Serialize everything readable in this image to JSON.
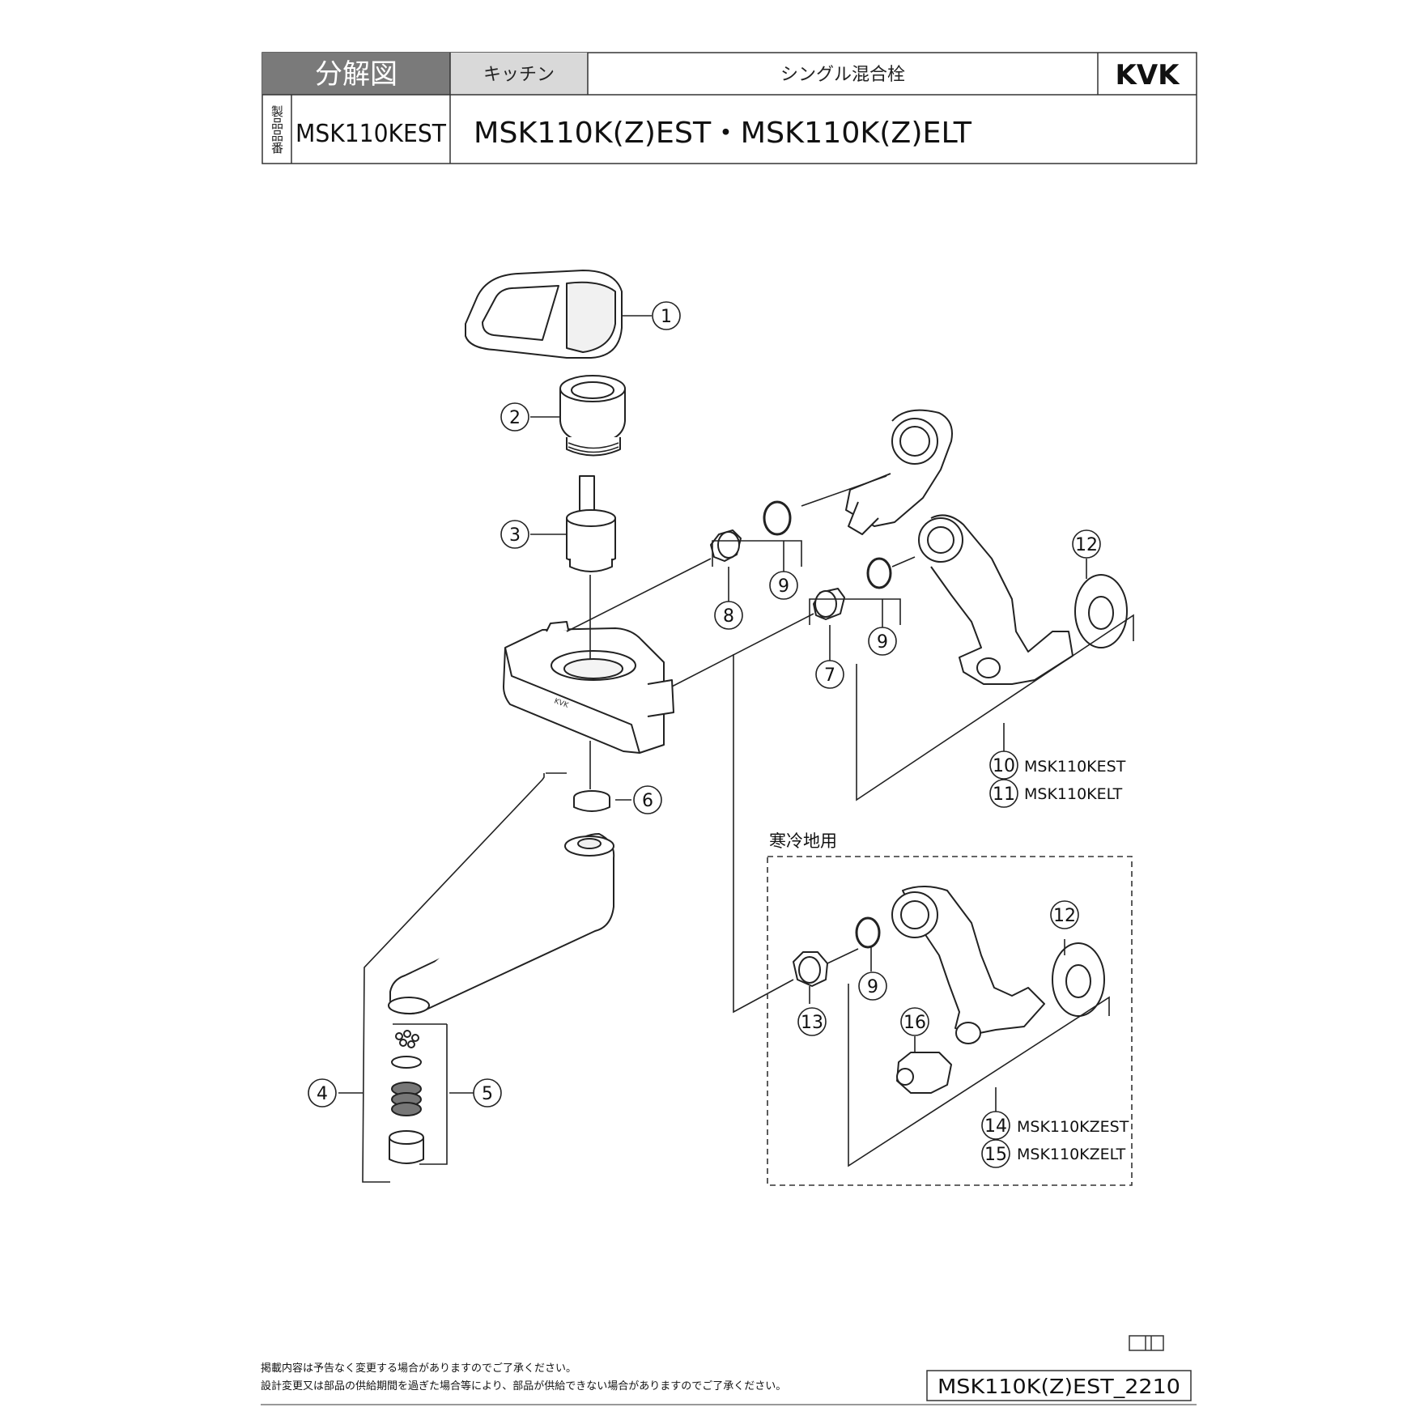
{
  "header": {
    "section_label": "分解図",
    "category": "キッチン",
    "product_type": "シングル混合栓",
    "brand": "KVK",
    "side_label": "製品品番",
    "model_code": "MSK110KEST",
    "model_title": "MSK110K(Z)EST・MSK110K(Z)ELT"
  },
  "parts": [
    {
      "id": "1",
      "label": "1"
    },
    {
      "id": "2",
      "label": "2"
    },
    {
      "id": "3",
      "label": "3"
    },
    {
      "id": "4",
      "label": "4"
    },
    {
      "id": "5",
      "label": "5"
    },
    {
      "id": "6",
      "label": "6"
    },
    {
      "id": "7",
      "label": "7"
    },
    {
      "id": "8",
      "label": "8"
    },
    {
      "id": "9",
      "label": "9"
    },
    {
      "id": "10",
      "label": "10",
      "model": "MSK110KEST"
    },
    {
      "id": "11",
      "label": "11",
      "model": "MSK110KELT"
    },
    {
      "id": "12",
      "label": "12"
    },
    {
      "id": "13",
      "label": "13"
    },
    {
      "id": "14",
      "label": "14",
      "model": "MSK110KZEST"
    },
    {
      "id": "15",
      "label": "15",
      "model": "MSK110KZELT"
    },
    {
      "id": "16",
      "label": "16"
    }
  ],
  "body_logo": "KVK",
  "cold_region_label": "寒冷地用",
  "footer": {
    "note_line1": "掲載内容は予告なく変更する場合がありますのでご了承ください。",
    "note_line2": "設計変更又は部品の供給期間を過ぎた場合等により、部品が供給できない場合がありますのでご了承ください。",
    "doc_id": "MSK110K(Z)EST_2210"
  }
}
